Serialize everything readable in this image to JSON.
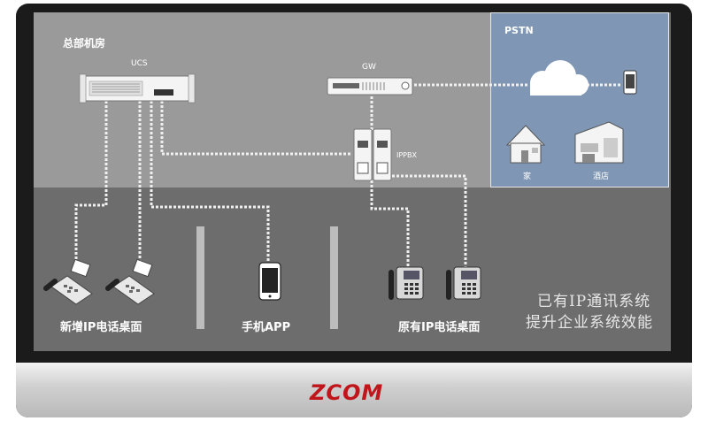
{
  "hq_label": "总部机房",
  "pstn_label": "PSTN",
  "devices": {
    "ucs": "UCS",
    "gw": "GW",
    "ippbx": "IPPBX"
  },
  "pstn_nodes": {
    "home": "家",
    "hotel": "酒店"
  },
  "sections": {
    "new_ip_phone": "新增IP电话桌面",
    "mobile_app": "手机APP",
    "existing_ip_phone": "原有IP电话桌面"
  },
  "slogan": {
    "line1": "已有IP通讯系统",
    "line2": "提升企业系统效能"
  },
  "brand": "ZCOM",
  "colors": {
    "brand_red": "#c0161b",
    "pstn_blue": "#7f97b4"
  }
}
